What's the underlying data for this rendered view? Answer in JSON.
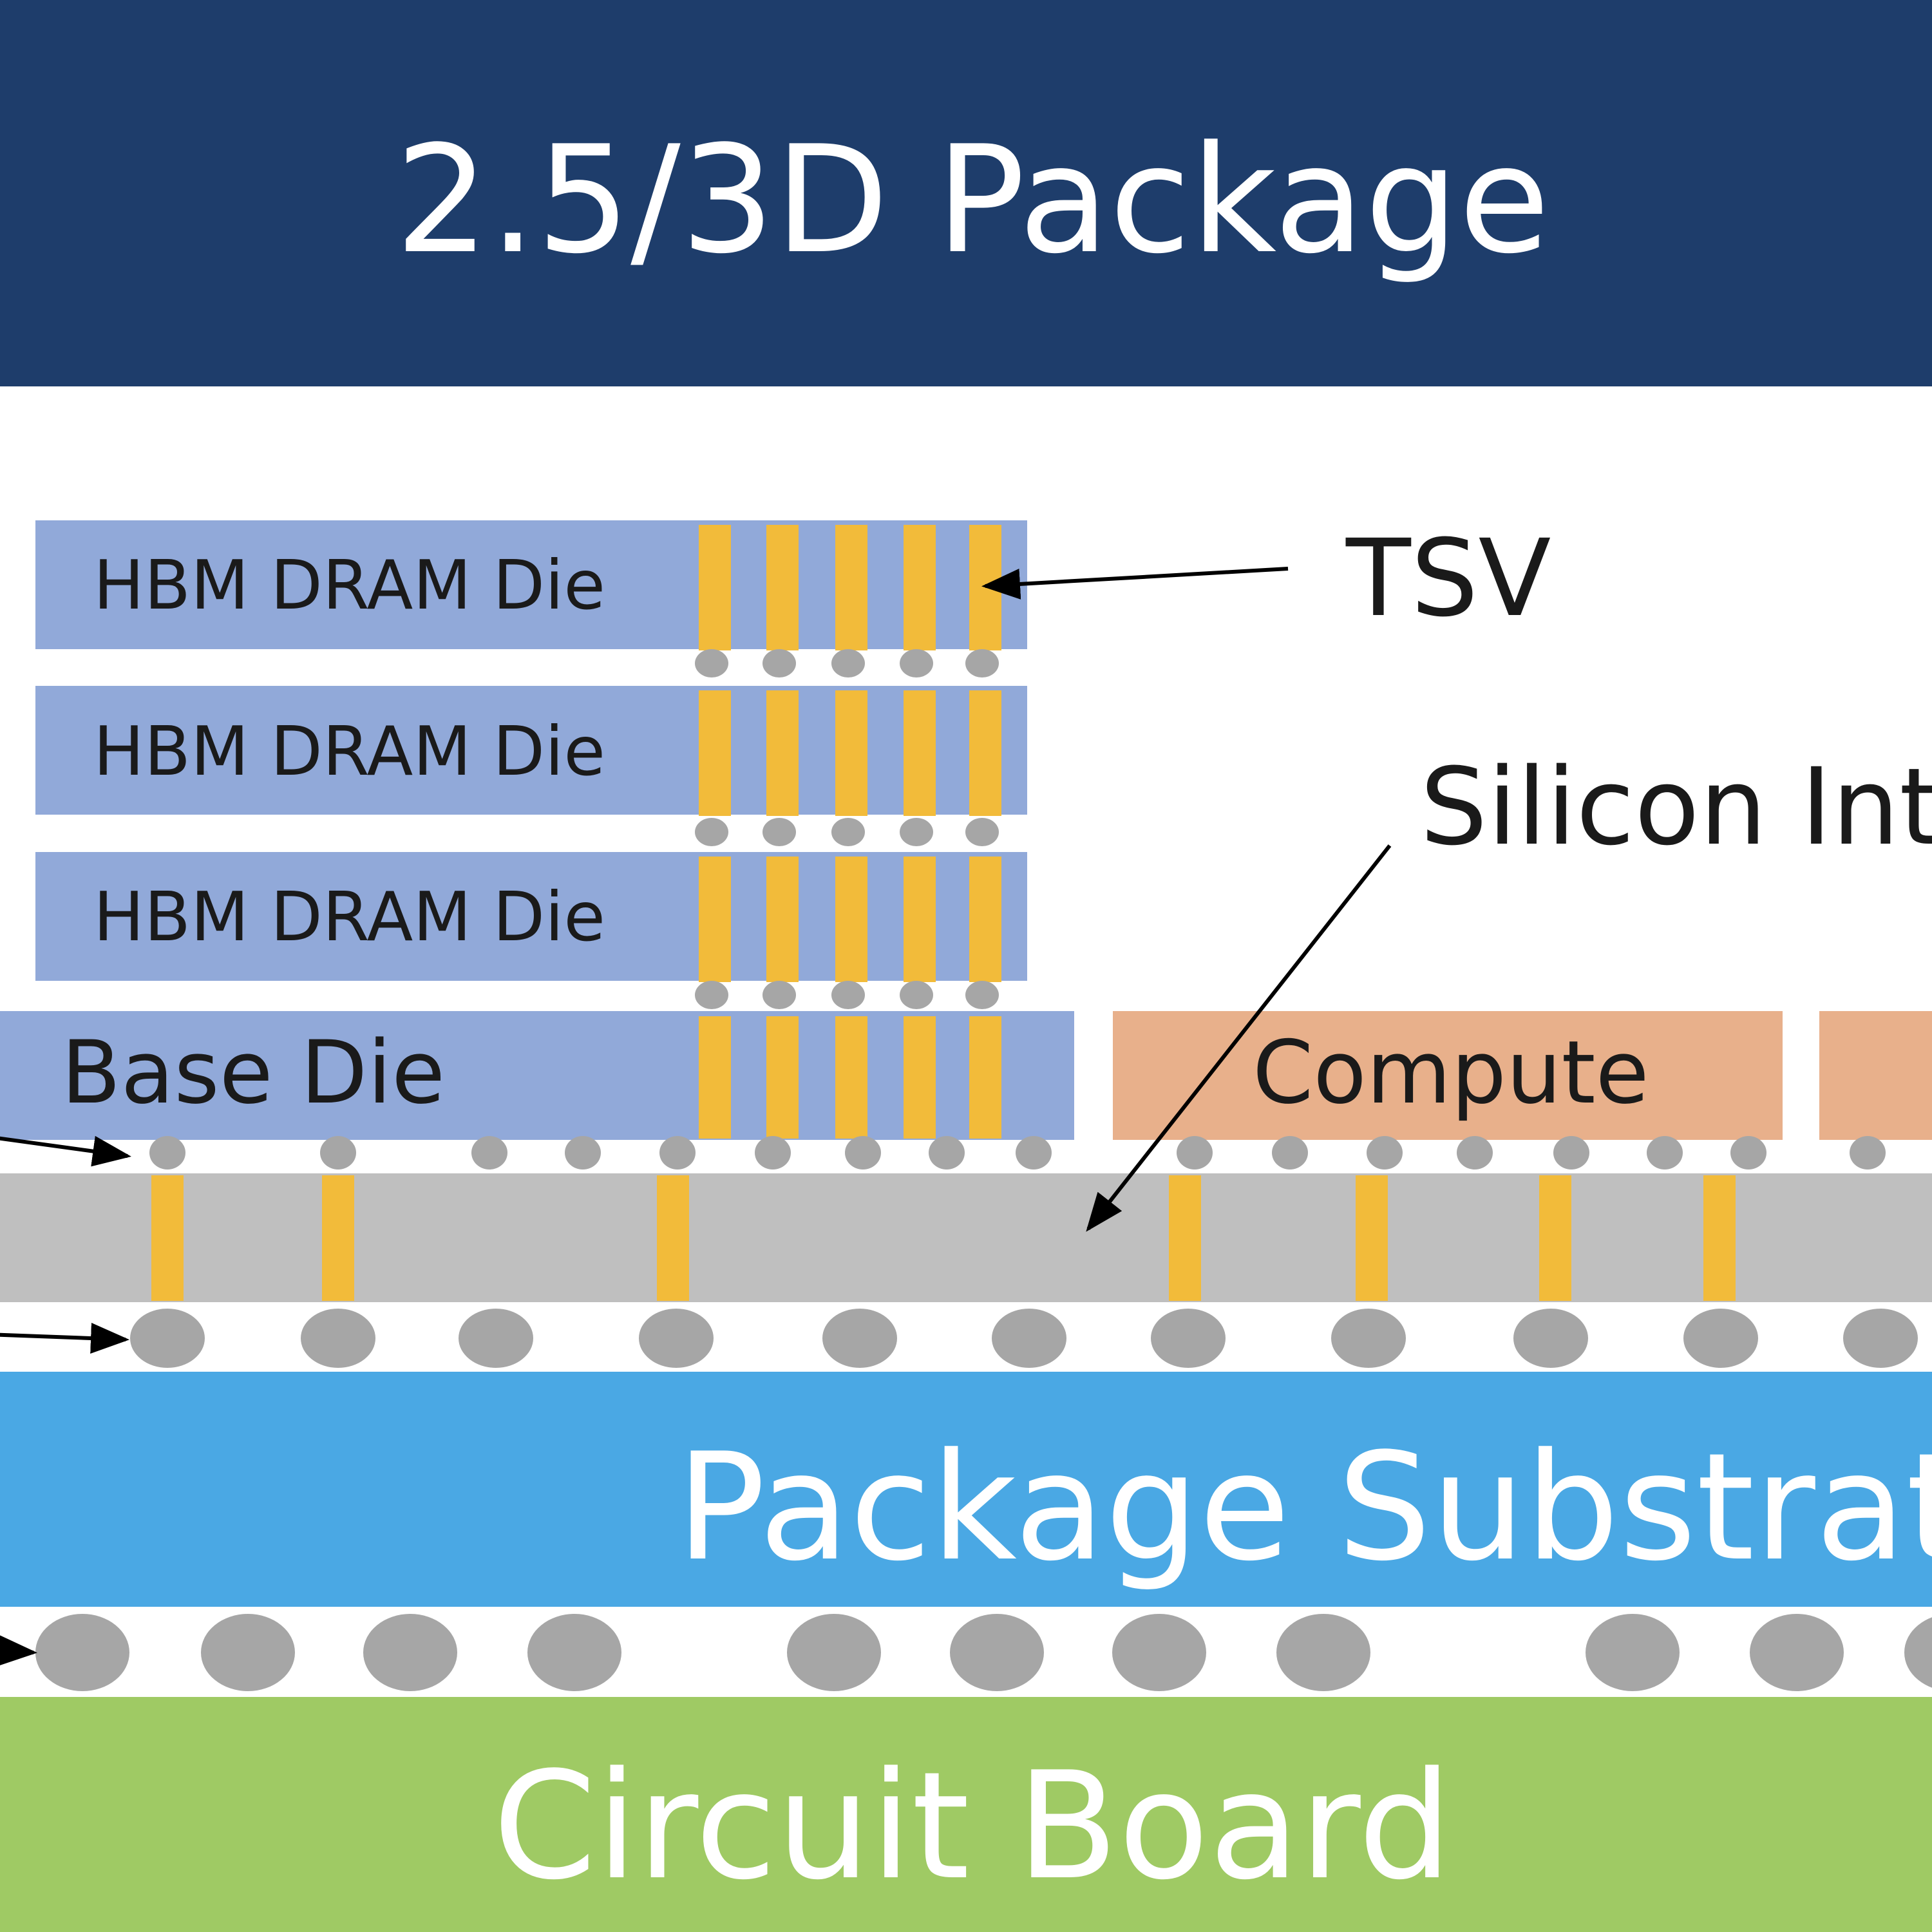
{
  "title": "2.5/3D Package",
  "labels": {
    "tsv": "TSV",
    "silicon_interposer": "Silicon Int",
    "compute": "Compute",
    "base_die": "Base Die",
    "hbm_dies": [
      "HBM DRAM Die",
      "HBM DRAM Die",
      "HBM DRAM Die"
    ],
    "package_substrate": "Package Substrate",
    "circuit_board": "Circuit Board"
  },
  "colors": {
    "header_bg": "#1e3d6b",
    "header_text": "#ffffff",
    "hbm_die": "#91a9d9",
    "base_die": "#91a9d9",
    "compute_die": "#e8b08b",
    "tsv": "#f2bb3a",
    "bump": "#a6a6a6",
    "interposer": "#bfbfbf",
    "package_substrate": "#4aa8e4",
    "circuit_board": "#9fca64",
    "arrow": "#000000",
    "dark_text": "#1a1a1a",
    "light_text": "#ffffff"
  }
}
